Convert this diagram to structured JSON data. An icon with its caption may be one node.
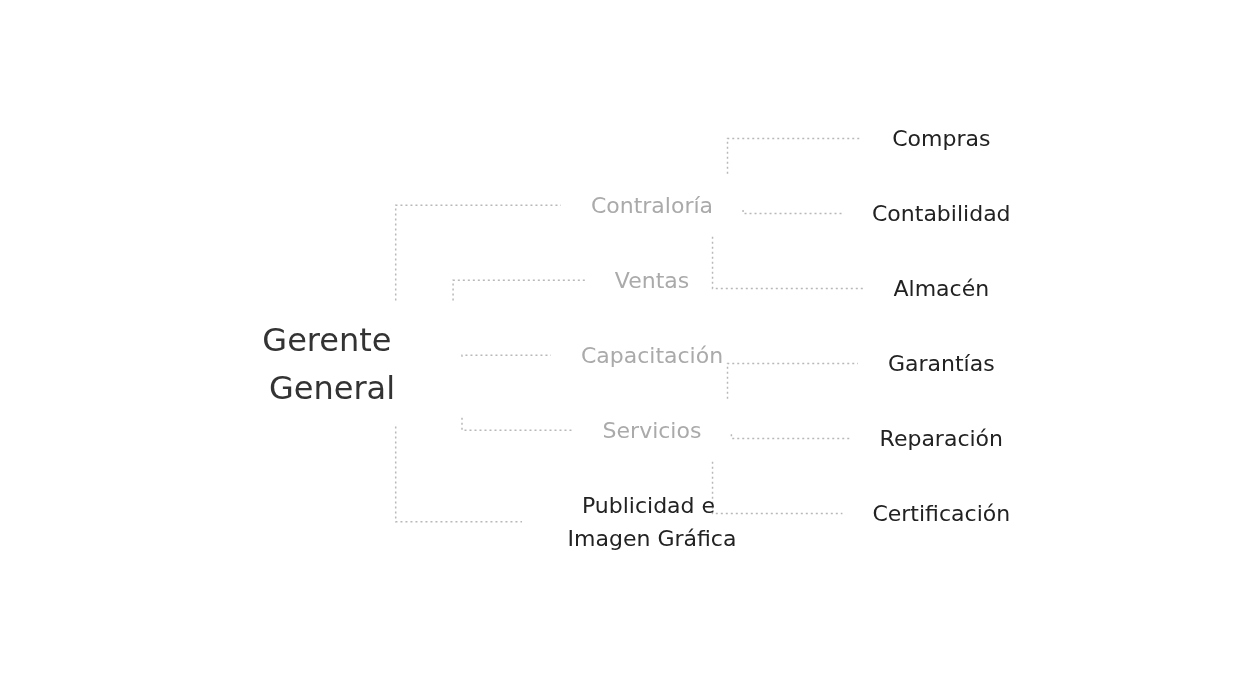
{
  "diagram": {
    "nodes": [
      {
        "text": [
          "Gerente General"
        ]
      },
      {
        "text": [
          "Contraloría"
        ]
      },
      {
        "text": [
          "Compras"
        ]
      },
      {
        "text": [
          "Contabilidad"
        ]
      },
      {
        "text": [
          "Almacén"
        ]
      },
      {
        "text": [
          "Ventas"
        ]
      },
      {
        "text": [
          "Capacitación"
        ]
      },
      {
        "text": [
          "Servicios"
        ]
      },
      {
        "text": [
          "Garantías"
        ]
      },
      {
        "text": [
          "Reparación"
        ]
      },
      {
        "text": [
          "Certificación"
        ]
      },
      {
        "text": [
          "Publicidad e Imagen Gráfica"
        ]
      }
    ],
    "edges": [
      {
        "from": 0,
        "to": 1,
        "arrow": "none",
        "style": "dashed"
      },
      {
        "from": 1,
        "to": 2,
        "arrow": "none",
        "style": "dashed"
      },
      {
        "from": 1,
        "to": 3,
        "arrow": "none",
        "style": "dashed"
      },
      {
        "from": 1,
        "to": 4,
        "arrow": "none",
        "style": "dashed"
      },
      {
        "from": 0,
        "to": 5,
        "arrow": "none",
        "style": "dashed"
      },
      {
        "from": 0,
        "to": 6,
        "arrow": "none",
        "style": "dashed"
      },
      {
        "from": 0,
        "to": 7,
        "arrow": "none",
        "style": "dashed"
      },
      {
        "from": 7,
        "to": 8,
        "arrow": "none",
        "style": "dashed"
      },
      {
        "from": 7,
        "to": 9,
        "arrow": "none",
        "style": "dashed"
      },
      {
        "from": 7,
        "to": 10,
        "arrow": "none",
        "style": "dashed"
      },
      {
        "from": 0,
        "to": 11,
        "arrow": "none",
        "style": "dashed"
      }
    ]
  }
}
